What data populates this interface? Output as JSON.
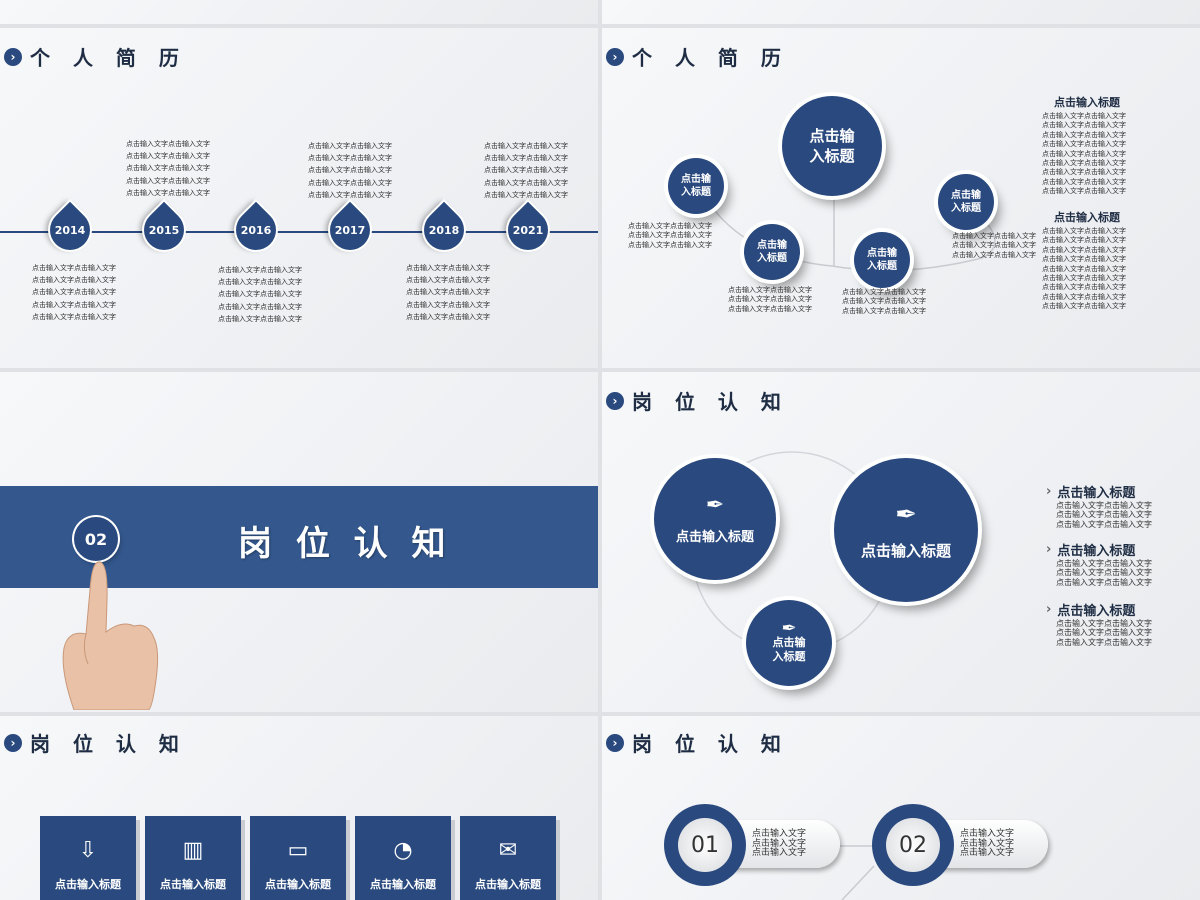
{
  "placeholder_title": "点击输入标题",
  "placeholder_line": "点击输入文字点击输入文字",
  "slide1": {
    "title": "个 人 简 历",
    "years": [
      "2014",
      "2015",
      "2016",
      "2017",
      "2018",
      "2021"
    ]
  },
  "slide2": {
    "title": "个 人 简 历",
    "big_circle": "点击输\n入标题",
    "small_circle": "点击输\n入标题",
    "side_titles": [
      "点击输入标题",
      "点击输入标题"
    ]
  },
  "slide3": {
    "number": "02",
    "title": "岗 位 认 知"
  },
  "slide4": {
    "title": "岗 位 认 知",
    "circles": [
      "点击输入标题",
      "点击输入标题",
      "点击输\n入标题"
    ],
    "side_titles": [
      "点击输入标题",
      "点击输入标题",
      "点击输入标题"
    ]
  },
  "slide5": {
    "title": "岗 位 认 知",
    "boxes": [
      {
        "label": "点击输入标题",
        "icon": "download-box-icon"
      },
      {
        "label": "点击输入标题",
        "icon": "bar-chart-icon"
      },
      {
        "label": "点击输入标题",
        "icon": "presentation-board-icon"
      },
      {
        "label": "点击输入标题",
        "icon": "pie-chart-icon"
      },
      {
        "label": "点击输入标题",
        "icon": "envelope-icon"
      }
    ]
  },
  "slide6": {
    "title": "岗 位 认 知",
    "items": [
      {
        "num": "01",
        "lines": [
          "点击输入文字",
          "点击输入文字",
          "点击输入文字"
        ]
      },
      {
        "num": "02",
        "lines": [
          "点击输入文字",
          "点击输入文字",
          "点击输入文字"
        ]
      }
    ]
  },
  "colors": {
    "navy": "#2a4a7f",
    "gray": "#dfe1e4"
  }
}
